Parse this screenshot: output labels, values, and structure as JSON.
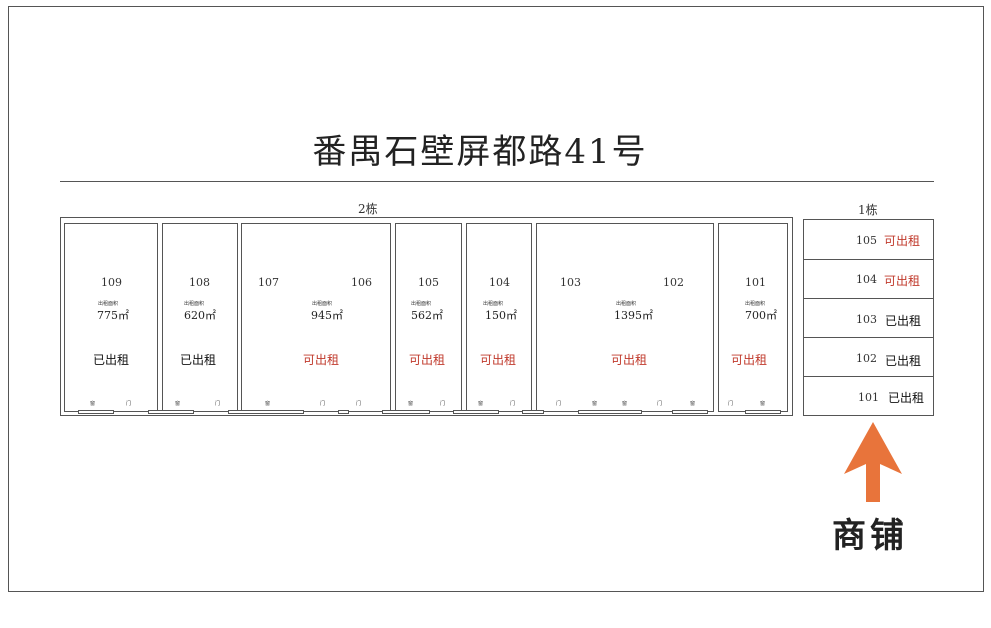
{
  "title": "番禺石壁屏都路41号",
  "colors": {
    "available": "#c0392b",
    "rented": "#111111",
    "arrow": "#e8743b"
  },
  "building2": {
    "label": "2栋",
    "units": [
      {
        "nums": [
          "109"
        ],
        "caption": "出租面积",
        "area": "775",
        "unit": "㎡",
        "status": "已出租",
        "available": false
      },
      {
        "nums": [
          "108"
        ],
        "caption": "出租面积",
        "area": "620",
        "unit": "㎡",
        "status": "已出租",
        "available": false
      },
      {
        "nums": [
          "107",
          "106"
        ],
        "caption": "出租面积",
        "area": "945",
        "unit": "㎡",
        "status": "可出租",
        "available": true
      },
      {
        "nums": [
          "105"
        ],
        "caption": "出租面积",
        "area": "562",
        "unit": "㎡",
        "status": "可出租",
        "available": true
      },
      {
        "nums": [
          "104"
        ],
        "caption": "出租面积",
        "area": "150",
        "unit": "㎡",
        "status": "可出租",
        "available": true
      },
      {
        "nums": [
          "103",
          "102"
        ],
        "caption": "出租面积",
        "area": "1395",
        "unit": "㎡",
        "status": "可出租",
        "available": true
      },
      {
        "nums": [
          "101"
        ],
        "caption": "出租面积",
        "area": "700",
        "unit": "㎡",
        "status": "可出租",
        "available": true
      }
    ],
    "door_mark": "门",
    "window_mark": "窗"
  },
  "building1": {
    "label": "1栋",
    "units": [
      {
        "num": "105",
        "status": "可出租",
        "available": true
      },
      {
        "num": "104",
        "status": "可出租",
        "available": true
      },
      {
        "num": "103",
        "status": "已出租",
        "available": false
      },
      {
        "num": "102",
        "status": "已出租",
        "available": false
      },
      {
        "num": "101",
        "status": "已出租",
        "available": false
      }
    ]
  },
  "shops_label": "商铺",
  "arrow_icon": "up-arrow-icon"
}
